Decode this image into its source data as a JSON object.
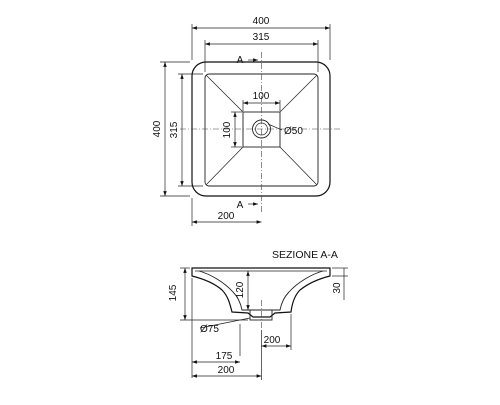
{
  "plan_view": {
    "width_overall": "400",
    "width_inner": "315",
    "height_overall": "400",
    "height_inner": "315",
    "drain_box_width": "100",
    "drain_box_height": "100",
    "drain_diameter": "Ø50",
    "section_marker_top": "A",
    "section_marker_bottom": "A",
    "half_width": "200"
  },
  "section_view": {
    "title": "SEZIONE A-A",
    "total_height": "145",
    "inner_depth": "120",
    "rim_height": "30",
    "outlet_diameter": "Ø75",
    "half_width_right": "200",
    "offset_left": "175",
    "half_width_bottom": "200"
  }
}
